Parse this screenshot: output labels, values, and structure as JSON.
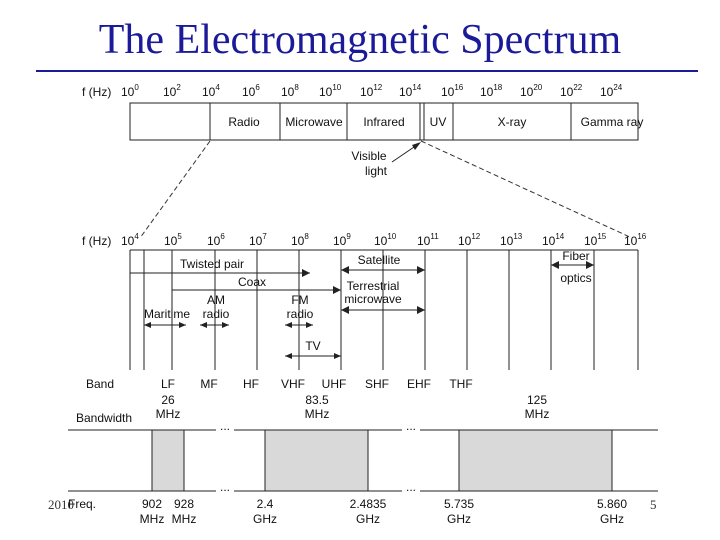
{
  "title": "The Electromagnetic Spectrum",
  "footer": {
    "left": "2010",
    "right": "5"
  },
  "top_scale": {
    "label": "f (Hz)",
    "ticks": [
      {
        "base": "10",
        "exp": "0"
      },
      {
        "base": "10",
        "exp": "2"
      },
      {
        "base": "10",
        "exp": "4"
      },
      {
        "base": "10",
        "exp": "6"
      },
      {
        "base": "10",
        "exp": "8"
      },
      {
        "base": "10",
        "exp": "10"
      },
      {
        "base": "10",
        "exp": "12"
      },
      {
        "base": "10",
        "exp": "14"
      },
      {
        "base": "10",
        "exp": "16"
      },
      {
        "base": "10",
        "exp": "18"
      },
      {
        "base": "10",
        "exp": "20"
      },
      {
        "base": "10",
        "exp": "22"
      },
      {
        "base": "10",
        "exp": "24"
      }
    ],
    "regions": [
      "Radio",
      "Microwave",
      "Infrared",
      "UV",
      "X-ray",
      "Gamma ray"
    ],
    "visible_label": [
      "Visible",
      "light"
    ]
  },
  "mid_scale": {
    "label": "f (Hz)",
    "ticks": [
      {
        "base": "10",
        "exp": "4"
      },
      {
        "base": "10",
        "exp": "5"
      },
      {
        "base": "10",
        "exp": "6"
      },
      {
        "base": "10",
        "exp": "7"
      },
      {
        "base": "10",
        "exp": "8"
      },
      {
        "base": "10",
        "exp": "9"
      },
      {
        "base": "10",
        "exp": "10"
      },
      {
        "base": "10",
        "exp": "11"
      },
      {
        "base": "10",
        "exp": "12"
      },
      {
        "base": "10",
        "exp": "13"
      },
      {
        "base": "10",
        "exp": "14"
      },
      {
        "base": "10",
        "exp": "15"
      },
      {
        "base": "10",
        "exp": "16"
      }
    ],
    "media": {
      "twisted_pair": "Twisted pair",
      "coax": "Coax",
      "satellite": "Satellite",
      "fiber": [
        "Fiber",
        "optics"
      ],
      "terrestrial": [
        "Terrestrial",
        "microwave"
      ],
      "am": [
        "AM",
        "radio"
      ],
      "fm": [
        "FM",
        "radio"
      ],
      "maritime": "Maritime",
      "tv": "TV"
    },
    "band_label": "Band",
    "bands": [
      "LF",
      "MF",
      "HF",
      "VHF",
      "UHF",
      "SHF",
      "EHF",
      "THF"
    ]
  },
  "bandwidth": {
    "label": "Bandwidth",
    "items": [
      {
        "value": "26",
        "unit": "MHz"
      },
      {
        "value": "83.5",
        "unit": "MHz"
      },
      {
        "value": "125",
        "unit": "MHz"
      }
    ]
  },
  "freq": {
    "label": "Freq.",
    "values": [
      {
        "value": "902",
        "unit": "MHz"
      },
      {
        "value": "928",
        "unit": "MHz"
      },
      {
        "value": "2.4",
        "unit": "GHz"
      },
      {
        "value": "2.4835",
        "unit": "GHz"
      },
      {
        "value": "5.735",
        "unit": "GHz"
      },
      {
        "value": "5.860",
        "unit": "GHz"
      }
    ]
  },
  "colors": {
    "title": "#1b1b9a",
    "fill": "#d9d9d9",
    "ink": "#222222"
  }
}
